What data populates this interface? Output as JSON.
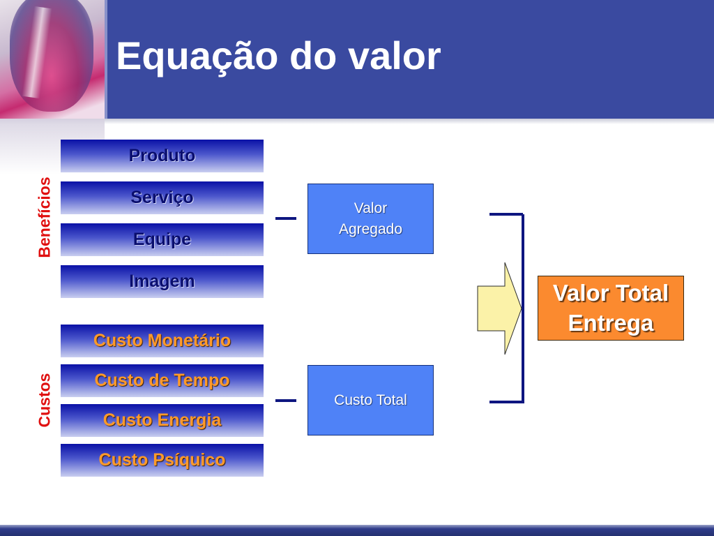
{
  "title": "Equação do valor",
  "labels": {
    "benefits": "Benefícios",
    "costs": "Custos"
  },
  "benefits": [
    "Produto",
    "Serviço",
    "Equipe",
    "Imagem"
  ],
  "costs": [
    "Custo Monetário",
    "Custo de Tempo",
    "Custo Energia",
    "Custo Psíquico"
  ],
  "middle": {
    "value_line1": "Valor",
    "value_line2": "Agregado",
    "cost_total": "Custo Total"
  },
  "result": {
    "line1": "Valor Total",
    "line2": "Entrega"
  },
  "colors": {
    "header": "#3a4aa0",
    "side_label": "#e01010",
    "cost_text": "#ff9a2a",
    "middle_box": "#4f82f7",
    "result_box": "#fb8a2f",
    "arrow_fill": "#fbf2a8",
    "connector": "#0e1680"
  }
}
